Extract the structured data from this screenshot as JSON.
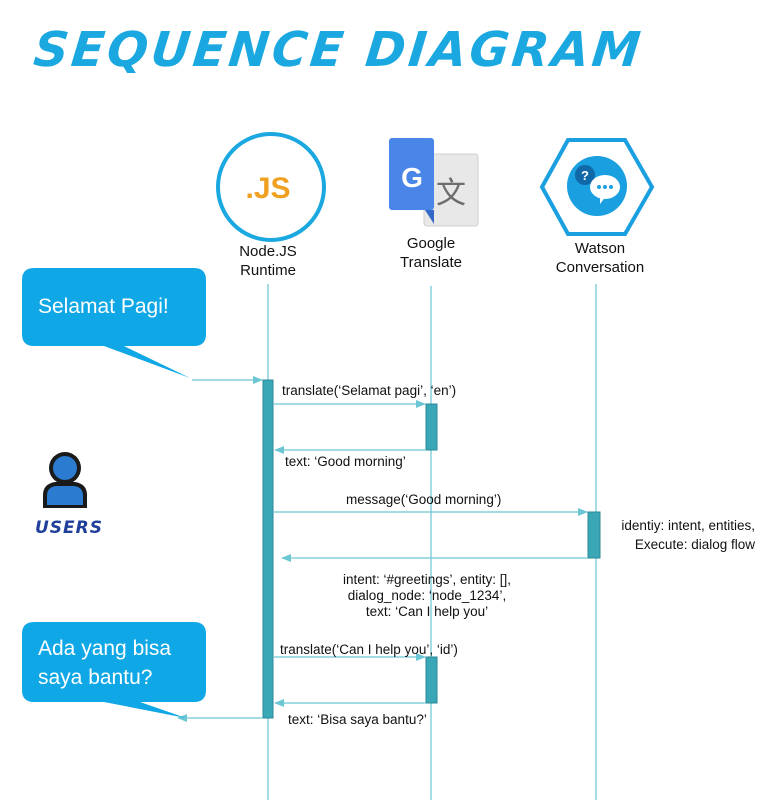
{
  "title": "SEQUENCE DIAGRAM",
  "actors": [
    {
      "logo_text": ".JS",
      "label_line1": "Node.JS",
      "label_line2": "Runtime",
      "icon": "nodejs-logo-icon"
    },
    {
      "logo_text": "G",
      "label_line1": "Google",
      "label_line2": "Translate",
      "icon": "google-translate-icon"
    },
    {
      "logo_text": "",
      "label_line1": "Watson",
      "label_line2": "Conversation",
      "icon": "watson-chat-icon"
    }
  ],
  "user": {
    "label": "USERS",
    "icon": "user-icon"
  },
  "bubbles": {
    "greeting": "Selamat Pagi!",
    "reply_line1": "Ada yang bisa",
    "reply_line2": "saya bantu?"
  },
  "messages": {
    "translate_1": "translate(‘Selamat pagi’, ‘en’)",
    "return_1": "text: ‘Good  morning’",
    "message_watson": "message(‘Good morning’)",
    "watson_note_line1": "identiy: intent, entities,",
    "watson_note_line2": "Execute: dialog flow",
    "watson_return_line1": "intent: ‘#greetings’, entity: [],",
    "watson_return_line2": "dialog_node: ‘node_1234’,",
    "watson_return_line3": "text: ‘Can I help you’",
    "translate_2": "translate(‘Can I help you’, ‘id’)",
    "return_2": "text: ‘Bisa saya bantu?’"
  },
  "colors": {
    "accent": "#1ba8e0",
    "lifeline": "#6cc6d4",
    "activation": "#3aa7b6",
    "activation_border": "#2a8795",
    "bubble": "#0fa7e6",
    "user_dark": "#1a1a1a",
    "user_body": "#2b7bd0",
    "node_orange": "#f0a020",
    "google_blue": "#4a86e8",
    "watson_blue": "#1a9fe0"
  }
}
